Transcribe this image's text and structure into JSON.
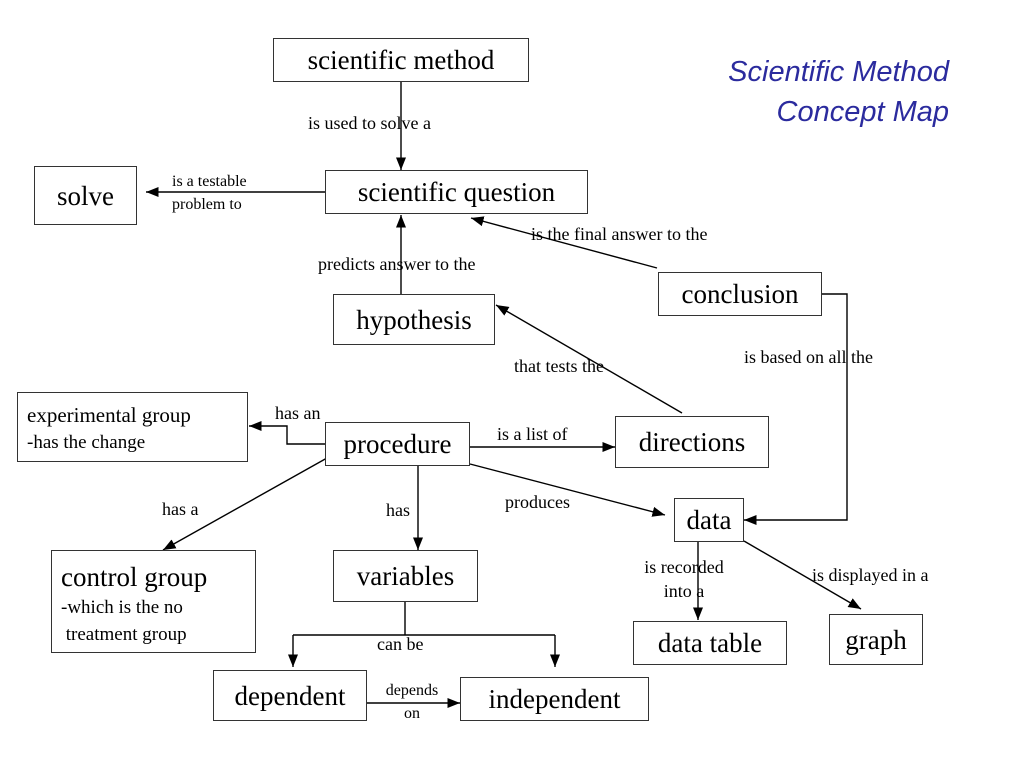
{
  "title": {
    "line1": "Scientific Method",
    "line2": "Concept Map"
  },
  "nodes": {
    "scientific_method": "scientific method",
    "solve": "solve",
    "scientific_question": "scientific question",
    "conclusion": "conclusion",
    "hypothesis": "hypothesis",
    "experimental_group": {
      "line1": "experimental group",
      "line2": "-has the change"
    },
    "procedure": "procedure",
    "directions": "directions",
    "data": "data",
    "control_group": {
      "title": "control group",
      "line1": "-which is the no",
      "line2": " treatment group"
    },
    "variables": "variables",
    "data_table": "data table",
    "graph": "graph",
    "dependent": "dependent",
    "independent": "independent"
  },
  "links": {
    "used_to_solve": "is used to solve a",
    "testable_problem": {
      "line1": "is a testable",
      "line2": "problem to"
    },
    "final_answer": "is the final answer to the",
    "predicts_answer": "predicts answer to the",
    "based_on_all": "is based on all the",
    "tests_the": "that tests the",
    "has_an": "has an",
    "list_of": "is a list of",
    "has_a": "has a",
    "has": "has",
    "produces": "produces",
    "recorded_into": {
      "line1": "is recorded",
      "line2": "into a"
    },
    "displayed_in": "is displayed in a",
    "can_be": "can be",
    "depends_on": {
      "line1": "depends",
      "line2": "on"
    }
  }
}
